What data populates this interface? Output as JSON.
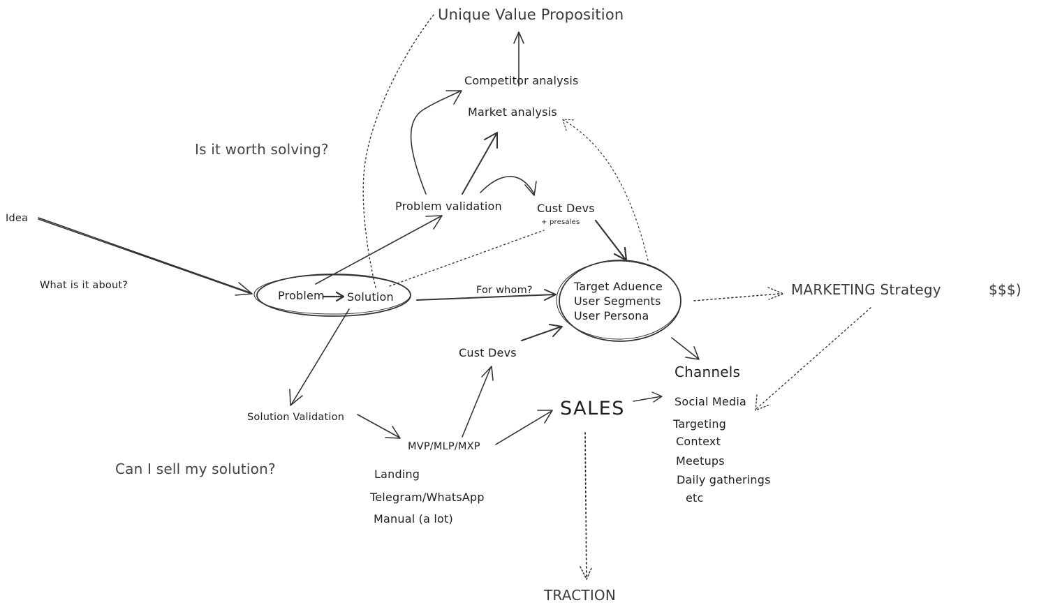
{
  "diagram": {
    "nodes": {
      "uvp": "Unique Value Proposition",
      "competitor_analysis": "Competitor analysis",
      "market_analysis": "Market analysis",
      "is_it_worth": "Is it worth solving?",
      "idea": "Idea",
      "what_is_it": "What is it about?",
      "problem_validation": "Problem validation",
      "cust_devs_top": "Cust Devs",
      "presales": "+ presales",
      "problem": "Problem",
      "solution": "Solution",
      "for_whom": "For whom?",
      "target_audience": "Target Aduence",
      "user_segments": "User Segments",
      "user_persona": "User Persona",
      "marketing_strategy": "MARKETING Strategy",
      "money": "$$$)",
      "cust_devs_bottom": "Cust Devs",
      "channels": "Channels",
      "solution_validation": "Solution Validation",
      "mvp": "MVP/MLP/MXP",
      "sales": "SALES",
      "can_i_sell": "Can I sell my solution?",
      "landing": "Landing",
      "telegram": "Telegram/WhatsApp",
      "manual": "Manual (a lot)",
      "traction": "TRACTION"
    },
    "channels_list": [
      "Social Media",
      "Targeting",
      "Context",
      "Meetups",
      "Daily gatherings",
      "etc"
    ],
    "colors": {
      "ink": "#1e1e1e",
      "stroke": "#333333"
    }
  }
}
